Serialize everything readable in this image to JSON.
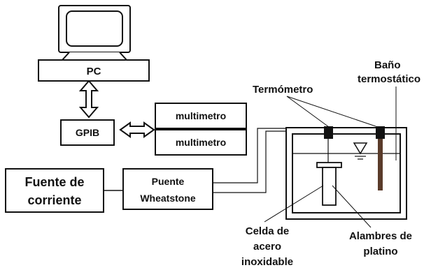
{
  "labels": {
    "pc": "PC",
    "gpib": "GPIB",
    "multimetro_1": "multimetro",
    "multimetro_2": "multimetro",
    "fuente_line1": "Fuente de",
    "fuente_line2": "corriente",
    "puente_line1": "Puente",
    "puente_line2": "Wheatstone",
    "termometro": "Termómetro",
    "bano_line1": "Baño",
    "bano_line2": "termostático",
    "celda_line1": "Celda de",
    "celda_line2": "acero",
    "celda_line3": "inoxidable",
    "alambres_line1": "Alambres de",
    "alambres_line2": "platino"
  },
  "icons": {
    "computer": "computer-monitor-icon",
    "bidirectional_arrow": "double-headed-arrow-icon",
    "liquid_level": "inverted-triangle-level-icon"
  },
  "colors": {
    "stroke": "#111111",
    "fill_black": "#111111",
    "thermostat_bar": "#5a3b2a",
    "background": "#ffffff"
  }
}
